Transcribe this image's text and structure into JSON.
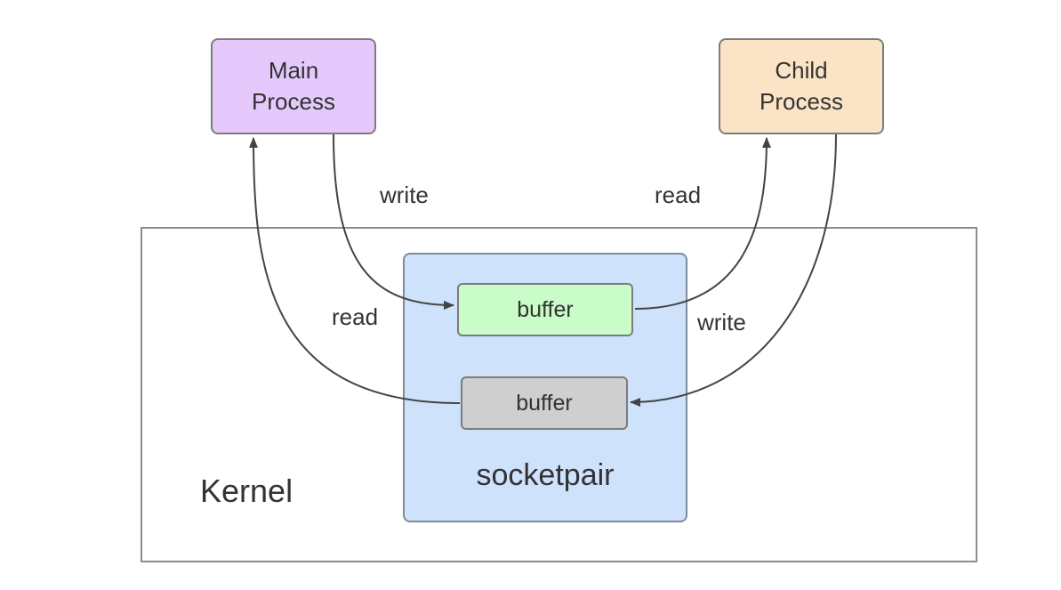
{
  "nodes": {
    "main_process": "Main\nProcess",
    "child_process": "Child\nProcess",
    "buffer_top": "buffer",
    "buffer_bottom": "buffer",
    "socketpair": "socketpair",
    "kernel": "Kernel"
  },
  "edges": {
    "main_write": "write",
    "child_read": "read",
    "main_read": "read",
    "child_write": "write"
  },
  "colors": {
    "main_process": "#e5c9fd",
    "child_process": "#fbe4c6",
    "buffer_top": "#c9fcc9",
    "buffer_bottom": "#cfcfcf",
    "socketpair": "#cfe2fc",
    "connector": "#444444"
  }
}
